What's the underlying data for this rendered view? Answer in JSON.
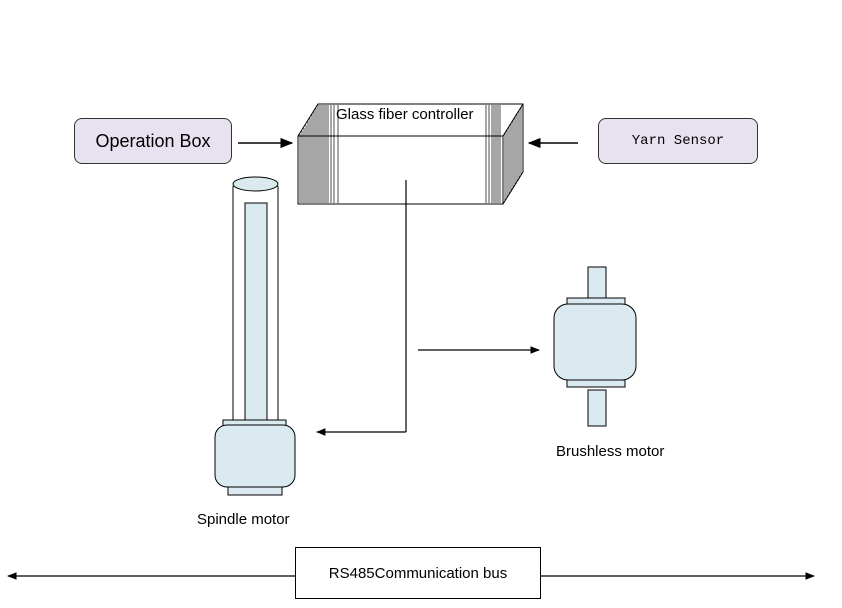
{
  "operation_box": {
    "label": "Operation Box"
  },
  "controller": {
    "label": "Glass fiber controller"
  },
  "yarn_sensor": {
    "label": "Yarn Sensor"
  },
  "spindle_motor": {
    "label": "Spindle motor"
  },
  "brushless_motor": {
    "label": "Brushless motor"
  },
  "bus": {
    "label": "RS485Communication bus"
  },
  "colors": {
    "box_fill": "#e8e1ef",
    "motor_fill": "#dbeaf0",
    "line": "#000000"
  }
}
